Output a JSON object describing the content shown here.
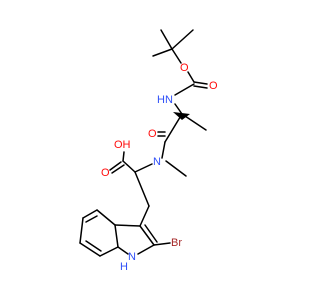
{
  "molecule": {
    "colors": {
      "bond": "#000000",
      "oxygen": "#ff0d0d",
      "nitrogen": "#3050f8",
      "bromine": "#a62929"
    },
    "atom_labels": {
      "o_ester": "O",
      "o_carbamate": "O",
      "nh_carbamate": "HN",
      "o_amide": "O",
      "n_amide": "N",
      "oh_acid": "OH",
      "o_acid": "O",
      "br": "Br",
      "nh_indole_h": "H",
      "nh_indole_n": "N"
    }
  }
}
